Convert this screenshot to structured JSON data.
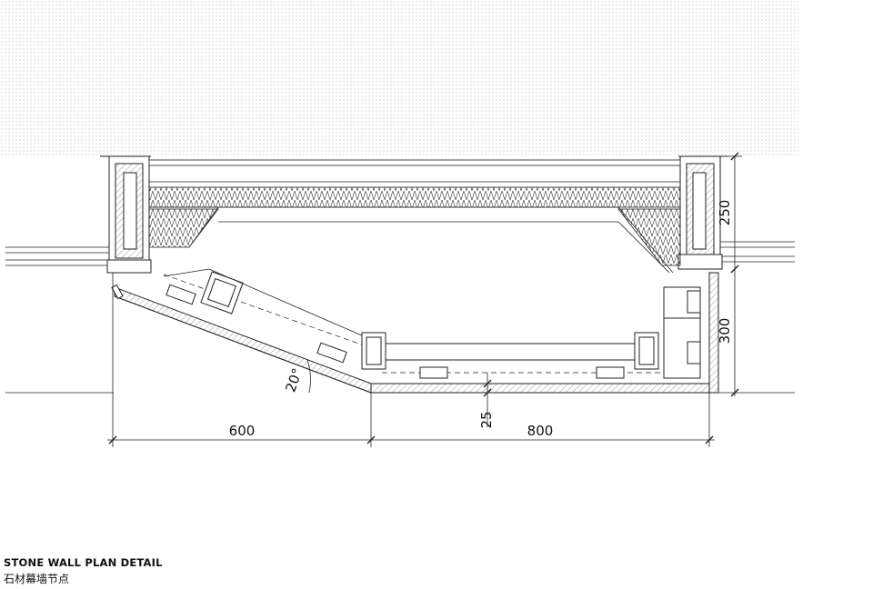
{
  "caption": {
    "title_en": "STONE WALL PLAN DETAIL",
    "title_cn": "石材幕墙节点"
  },
  "dimensions": {
    "angle": "20°",
    "depth_lower": "25",
    "width_left": "600",
    "width_right": "800",
    "height_upper": "250",
    "height_lower": "300"
  },
  "colors": {
    "line": "#222222",
    "dots": "#bdbdbd"
  }
}
